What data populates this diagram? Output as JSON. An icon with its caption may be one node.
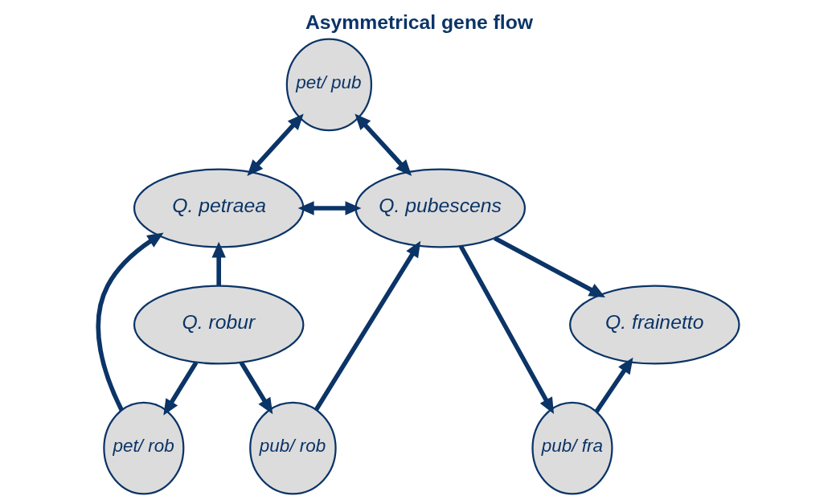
{
  "diagram": {
    "title": "Asymmetrical gene flow",
    "nodes": [
      {
        "text": [
          "pet/ pub"
        ]
      },
      {
        "text": [
          "Q. petraea"
        ]
      },
      {
        "text": [
          "Q. pubescens"
        ]
      },
      {
        "text": [
          "pet/ rob"
        ]
      },
      {
        "text": [
          "pub/ rob"
        ]
      },
      {
        "text": [
          "pub/ fra"
        ]
      },
      {
        "text": [
          "Q. robur"
        ]
      },
      {
        "text": [
          "Q. frainetto"
        ]
      }
    ],
    "edges": [
      {
        "from": 1,
        "to": 0,
        "arrow": "both"
      },
      {
        "from": 0,
        "to": 2,
        "arrow": "both"
      },
      {
        "from": 1,
        "to": 2,
        "arrow": "both"
      },
      {
        "from": 3,
        "to": 1,
        "arrow": "to"
      },
      {
        "from": 6,
        "to": 1,
        "arrow": "to"
      },
      {
        "from": 6,
        "to": 3,
        "arrow": "to"
      },
      {
        "from": 6,
        "to": 4,
        "arrow": "to"
      },
      {
        "from": 4,
        "to": 2,
        "arrow": "to"
      },
      {
        "from": 2,
        "to": 5,
        "arrow": "to"
      },
      {
        "from": 2,
        "to": 7,
        "arrow": "to"
      },
      {
        "from": 5,
        "to": 7,
        "arrow": "to"
      }
    ]
  }
}
